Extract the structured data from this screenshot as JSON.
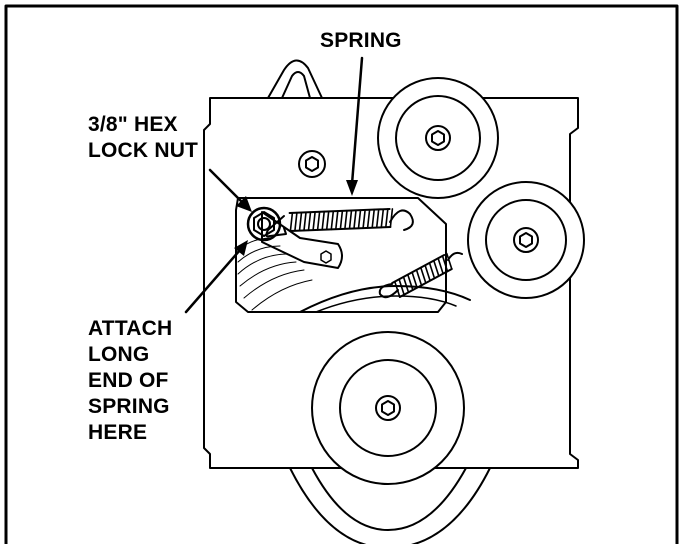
{
  "labels": {
    "spring": "SPRING",
    "hex_nut_line1": "3/8\" HEX",
    "hex_nut_line2": "LOCK NUT",
    "attach_lines": [
      "ATTACH",
      "LONG",
      "END OF",
      "SPRING",
      "HERE"
    ]
  },
  "colors": {
    "ink": "#000000",
    "paper": "#ffffff"
  },
  "icons": [
    "hex-socket-bolt-icon",
    "hex-lock-nut-icon",
    "extension-spring-icon",
    "pulley-icon"
  ]
}
